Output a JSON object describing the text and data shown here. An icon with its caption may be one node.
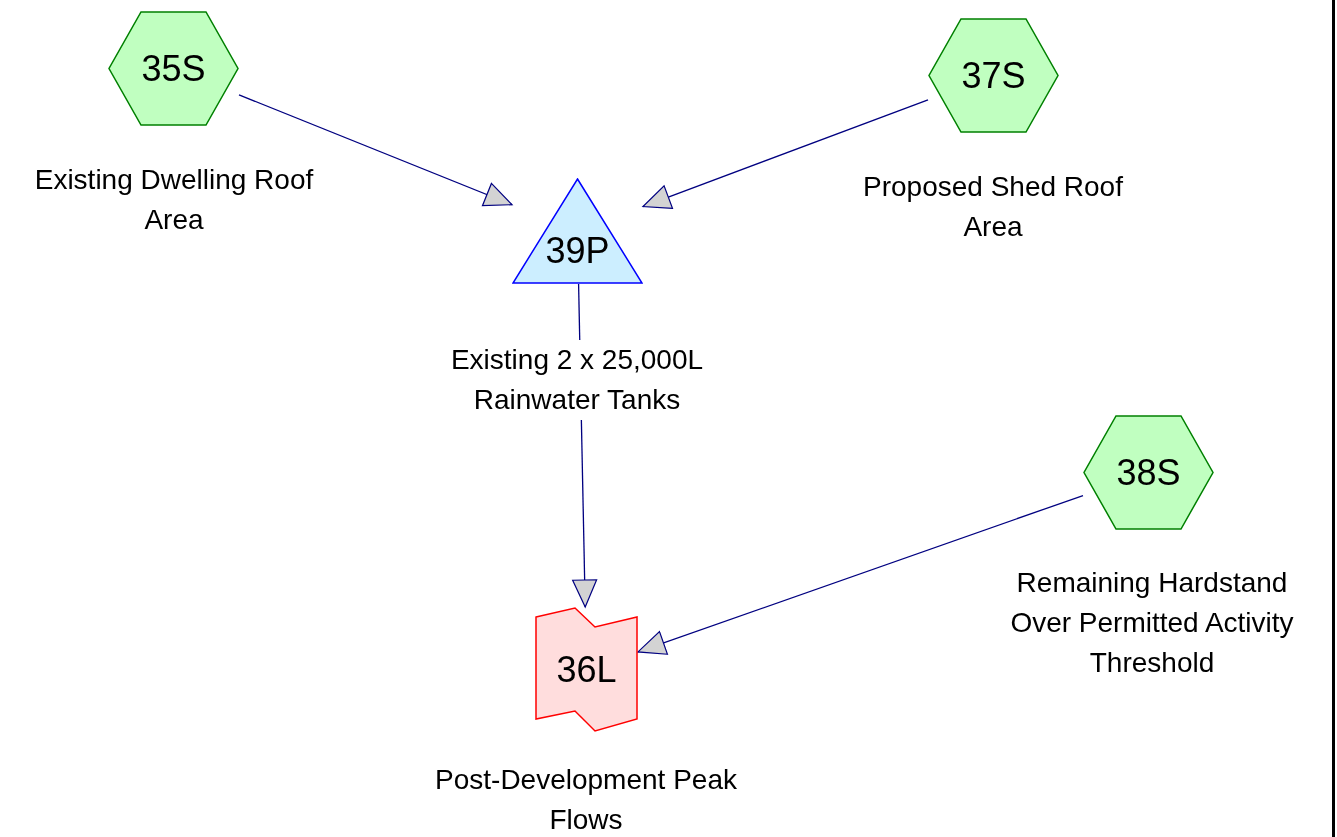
{
  "diagram": {
    "nodes": [
      {
        "text": [
          "35S"
        ],
        "beside": [
          "Existing Dwelling Roof Area"
        ]
      },
      {
        "text": [
          "37S"
        ],
        "beside": [
          "Proposed Shed Roof Area"
        ]
      },
      {
        "text": [
          "39P"
        ],
        "beside": [
          "Existing 2 x 25,000L Rainwater Tanks"
        ]
      },
      {
        "text": [
          "38S"
        ],
        "beside": [
          "Remaining Hardstand Over Permitted Activity Threshold"
        ]
      },
      {
        "text": [
          "36L"
        ],
        "beside": [
          "Post-Development Peak Flows"
        ]
      }
    ],
    "edges": [
      {
        "from": 0,
        "to": 2,
        "arrow": "to"
      },
      {
        "from": 1,
        "to": 2,
        "arrow": "to"
      },
      {
        "from": 2,
        "to": 4,
        "arrow": "to"
      },
      {
        "from": 3,
        "to": 4,
        "arrow": "to"
      }
    ]
  }
}
